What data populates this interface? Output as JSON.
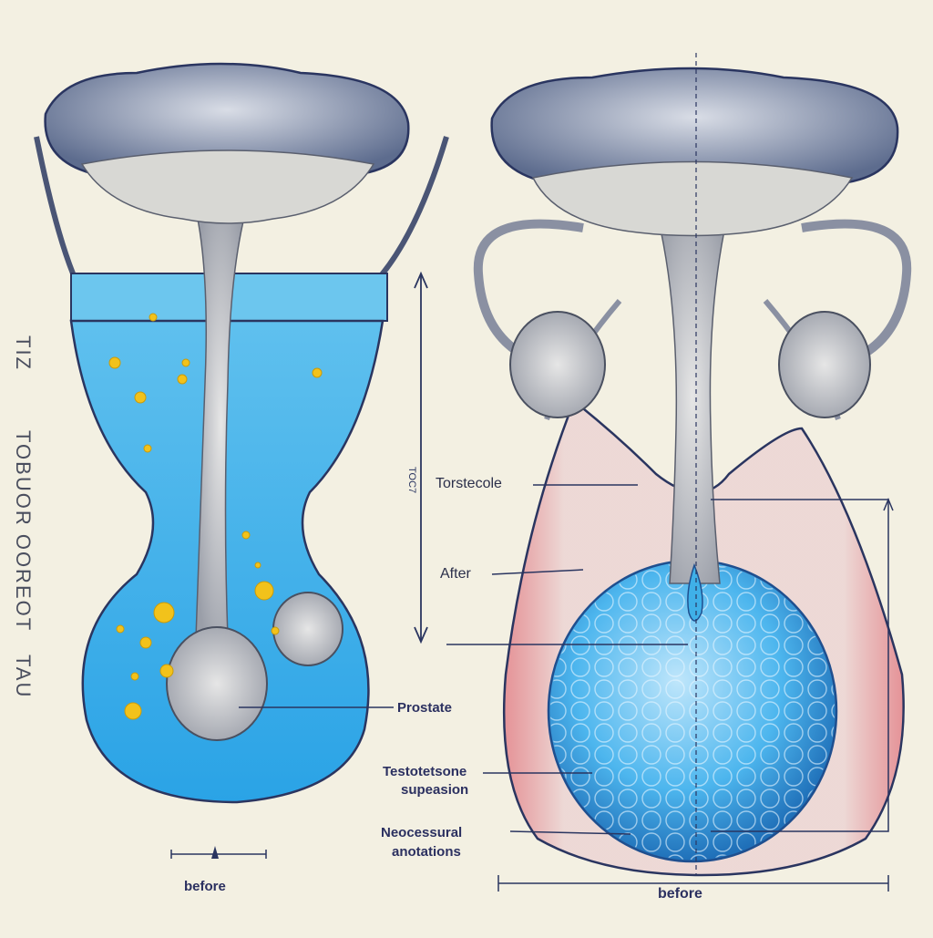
{
  "side_labels": {
    "top": "TIZ",
    "middle": "TOBUOR OOREOT",
    "bottom": "TAU",
    "small": "TOC7"
  },
  "annotations": {
    "torstecole": "Torstecole",
    "after": "After",
    "prostate": "Prostate",
    "suppression_line1": "Testotetsone",
    "suppression_line2": "supeasion",
    "necessary_line1": "Neocessural",
    "necessary_line2": "anotations"
  },
  "captions": {
    "left": "before",
    "right": "before"
  },
  "colors": {
    "background": "#f3f0e2",
    "fluid_blue": "#3fb0e8",
    "tissue_gray": "#9aa3b5",
    "outline_navy": "#2a3560",
    "inflammation_red": "#d9465a",
    "granule_yellow": "#f2c21b"
  }
}
